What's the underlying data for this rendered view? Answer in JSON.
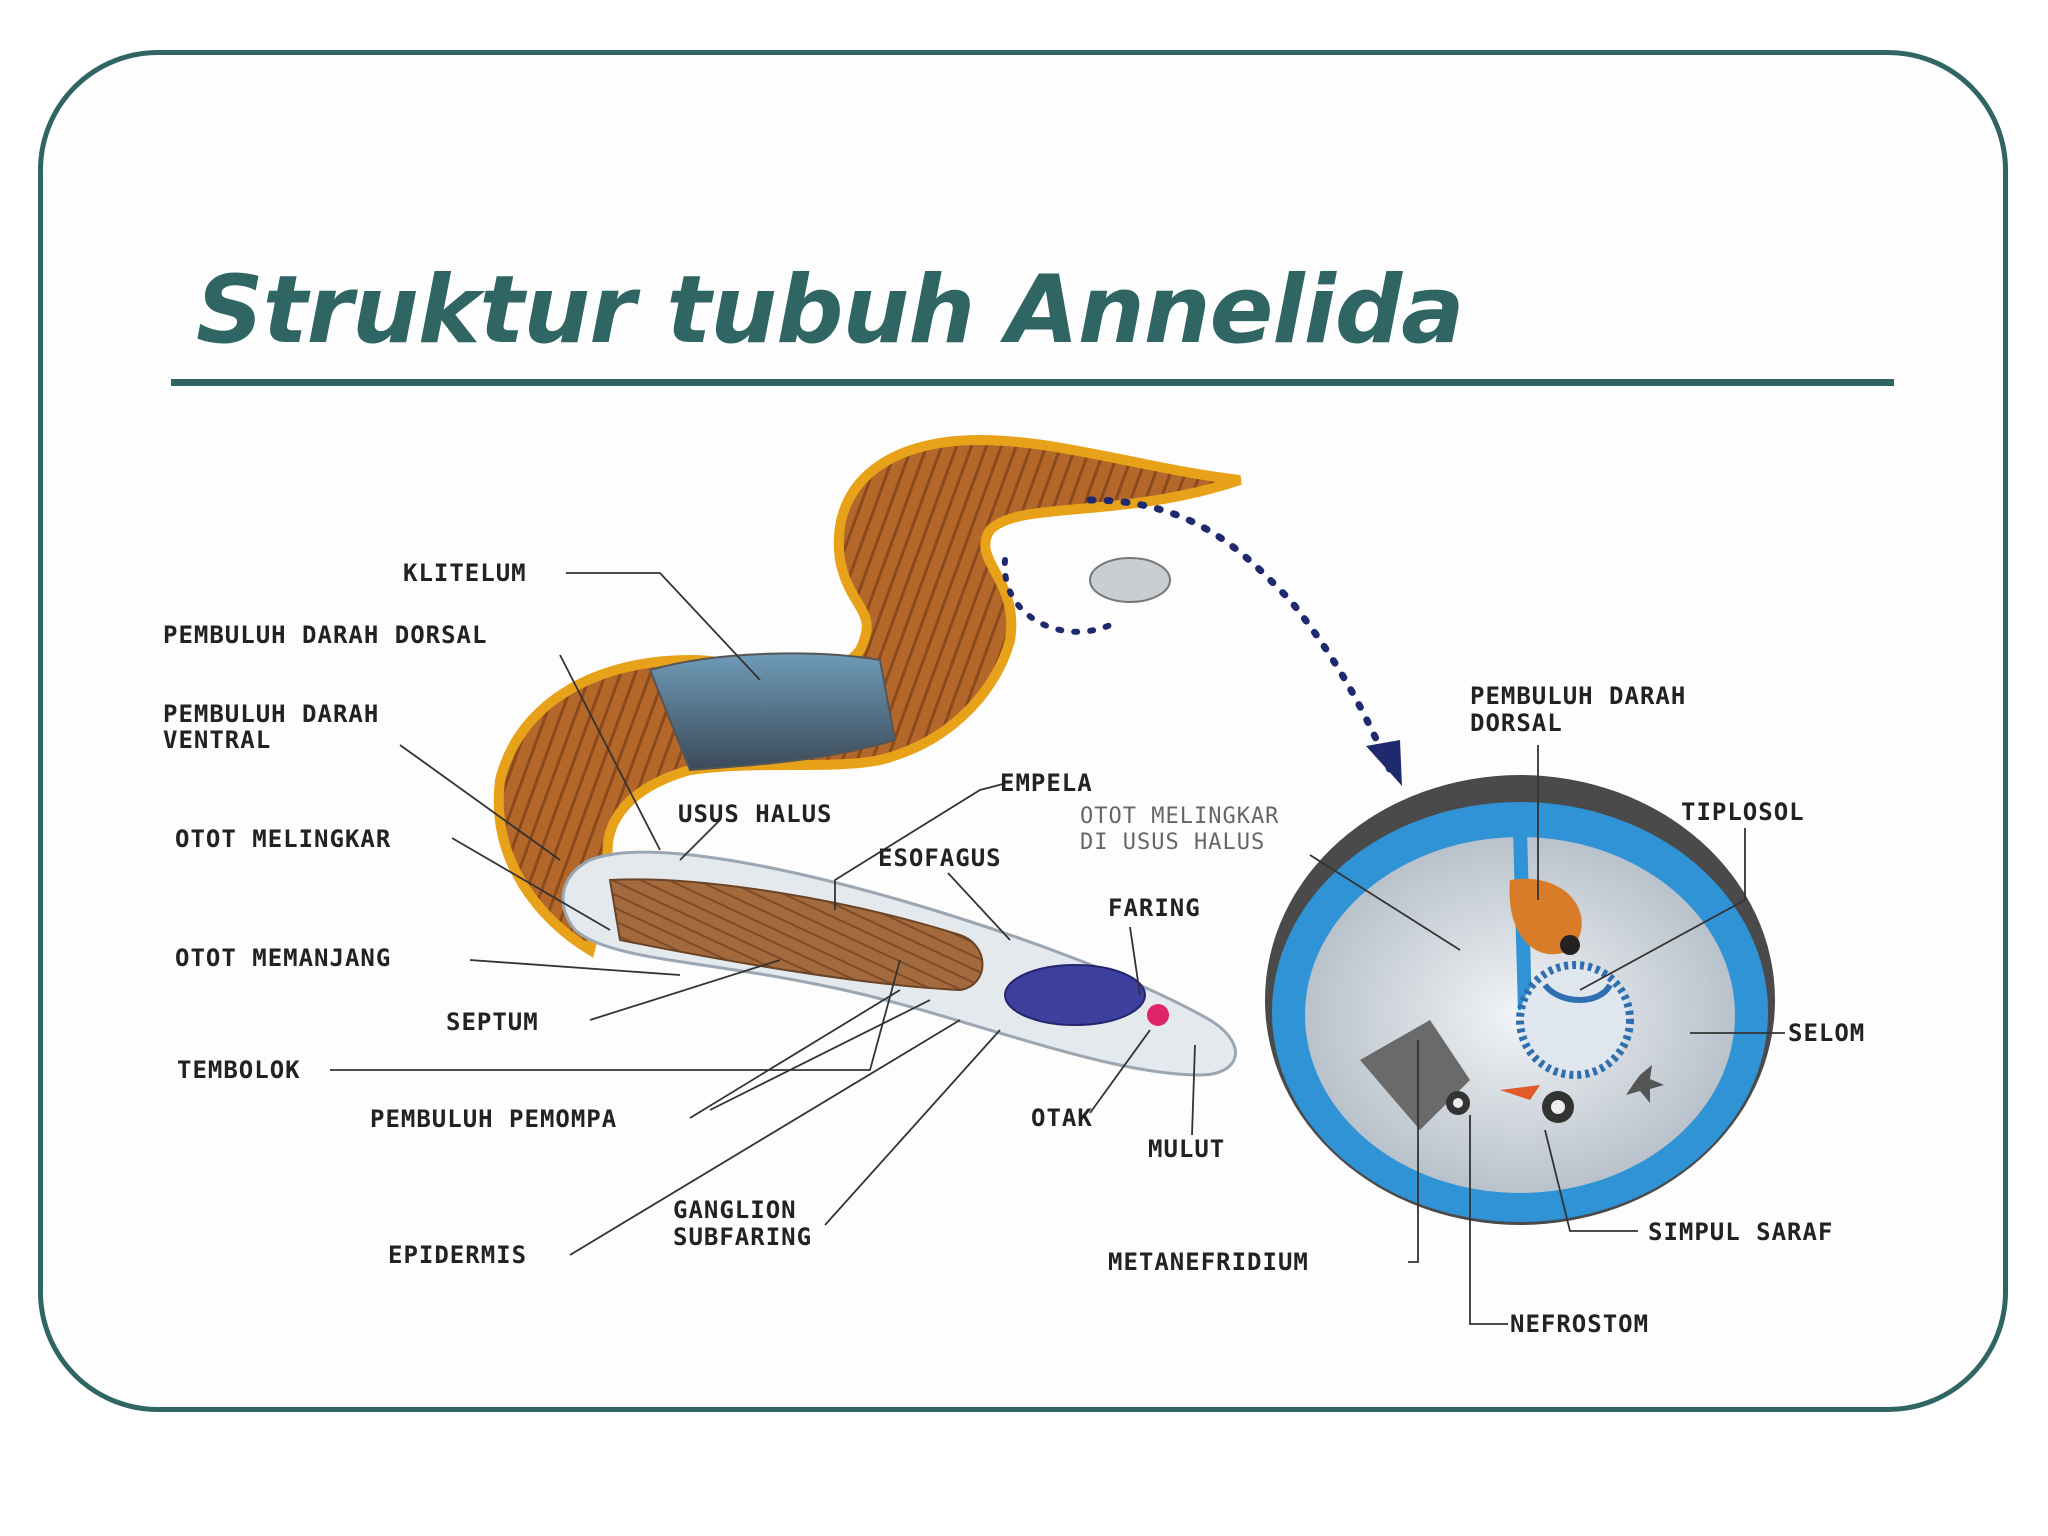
{
  "slide": {
    "title": "Struktur tubuh Annelida"
  },
  "labels": {
    "klitelum": "KLITELUM",
    "pembuluh_darah_dorsal_left": "PEMBULUH DARAH DORSAL",
    "pembuluh_darah_ventral_1": "PEMBULUH DARAH",
    "pembuluh_darah_ventral_2": "VENTRAL",
    "otot_melingkar": "OTOT MELINGKAR",
    "otot_memanjang": "OTOT MEMANJANG",
    "septum": "SEPTUM",
    "tembolok": "TEMBOLOK",
    "pembuluh_pemompa": "PEMBULUH PEMOMPA",
    "epidermis": "EPIDERMIS",
    "usus_halus": "USUS HALUS",
    "empela": "EMPELA",
    "esofagus": "ESOFAGUS",
    "faring": "FARING",
    "otak": "OTAK",
    "mulut": "MULUT",
    "ganglion_1": "GANGLION",
    "ganglion_2": "SUBFARING",
    "otot_melingkar_usus_1": "OTOT MELINGKAR",
    "otot_melingkar_usus_2": "DI USUS HALUS",
    "pembuluh_darah_dorsal_right_1": "PEMBULUH DARAH",
    "pembuluh_darah_dorsal_right_2": "DORSAL",
    "tiplosol": "TIPLOSOL",
    "selom": "SELOM",
    "simpul_saraf": "SIMPUL SARAF",
    "metanefridium": "METANEFRIDIUM",
    "nefrostom": "NEFROSTOM"
  }
}
